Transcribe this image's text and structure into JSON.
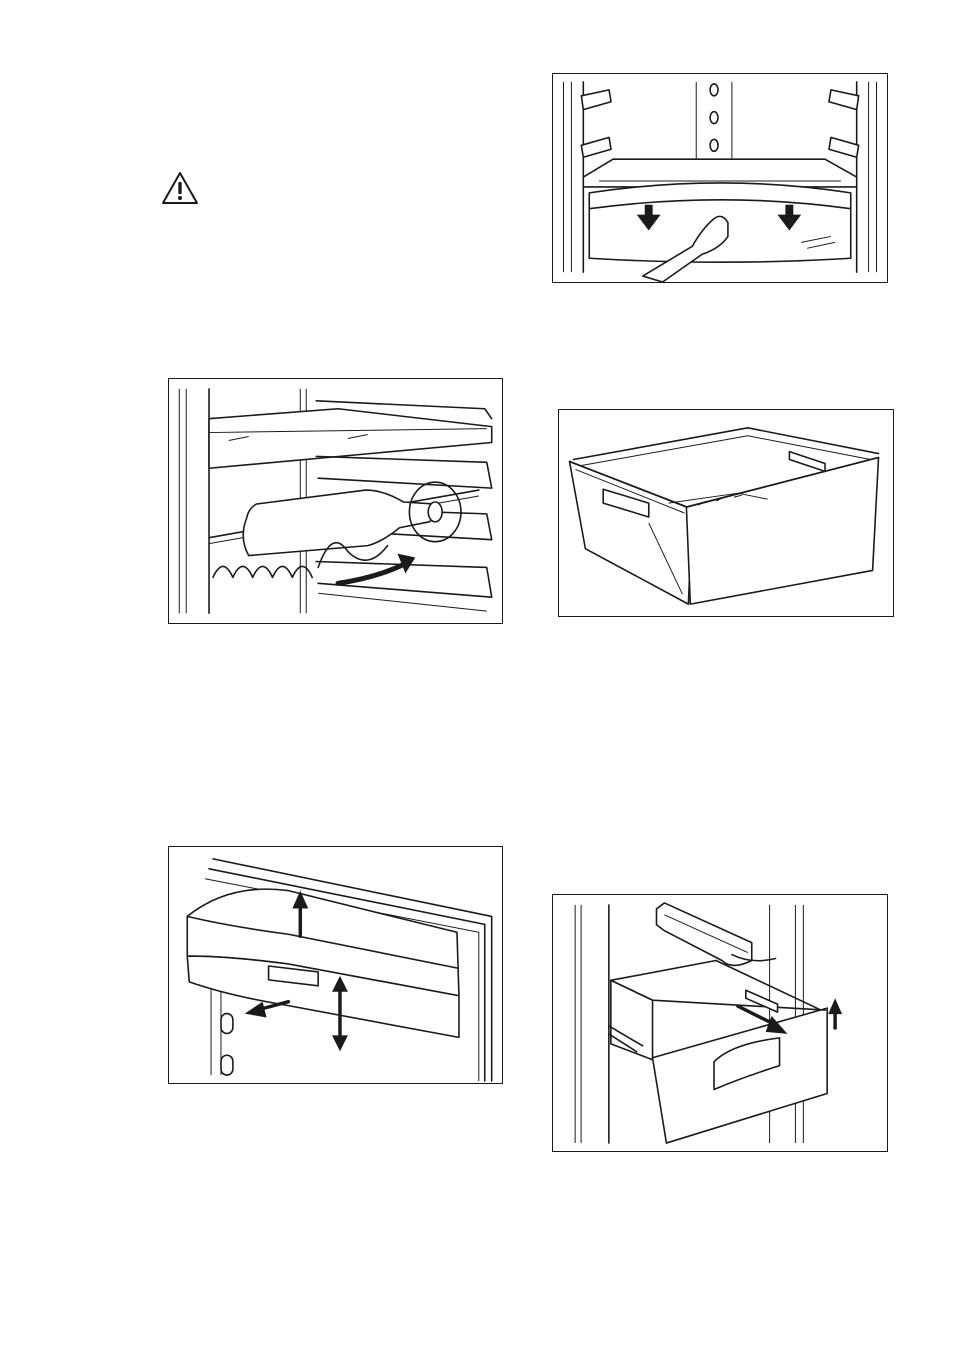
{
  "page": {
    "background": "#ffffff",
    "line_color": "#1a1a1a"
  },
  "icons": {
    "warning": "warning-triangle-icon"
  },
  "figures": [
    {
      "name": "bottle-rack-illustration"
    },
    {
      "name": "door-balcony-removal-illustration"
    },
    {
      "name": "glass-shelf-drawer-pull-illustration"
    },
    {
      "name": "crisper-drawer-illustration"
    },
    {
      "name": "freezer-drawer-removal-illustration"
    }
  ]
}
